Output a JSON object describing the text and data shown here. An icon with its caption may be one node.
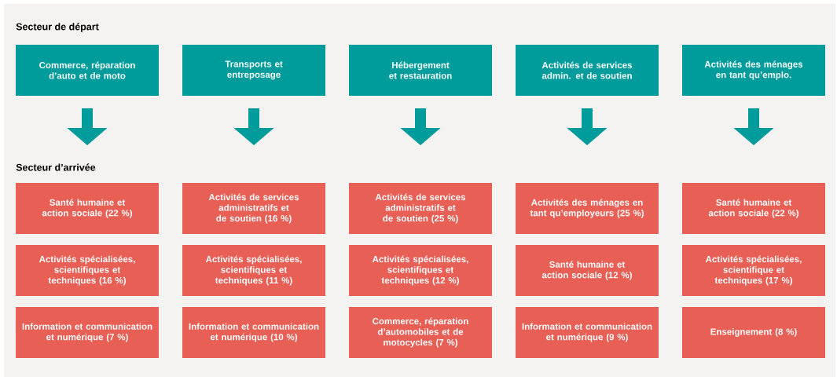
{
  "diagram": {
    "nodes": [
      {
        "text": [
          "Commerce, réparation d’auto et de moto"
        ]
      },
      {
        "text": [
          "Transports et entreposage"
        ]
      },
      {
        "text": [
          "Hébergement et restauration"
        ]
      },
      {
        "text": [
          "Activités de services admin. et de soutien"
        ]
      },
      {
        "text": [
          "Activités des ménages en tant qu’emplo."
        ]
      },
      {
        "text": [
          "Santé humaine et action sociale (22 %)"
        ]
      },
      {
        "text": [
          "Activités de services administratifs et de soutien (16 %)"
        ]
      },
      {
        "text": [
          "Activités de services administratifs et de soutien (25 %)"
        ]
      },
      {
        "text": [
          "Activités des ménages en tant qu’employeurs (25 %)"
        ]
      },
      {
        "text": [
          "Santé humaine et action sociale (22 %)"
        ]
      },
      {
        "text": [
          "Activités spécialisées, scientifiques et techniques (16 %)"
        ]
      },
      {
        "text": [
          "Activités spécialisées, scientifiques et techniques (11 %)"
        ]
      },
      {
        "text": [
          "Activités spécialisées, scientifiques et techniques (12 %)"
        ]
      },
      {
        "text": [
          "Santé humaine et action sociale (12 %)"
        ]
      },
      {
        "text": [
          "Activités spécialisées, scientifique et techniques (17 %)"
        ]
      },
      {
        "text": [
          "Information et communication et numérique (7 %)"
        ]
      },
      {
        "text": [
          "Information et communication et numérique (10 %)"
        ]
      },
      {
        "text": [
          "Commerce, réparation d’automobiles et de motocycles (7 %)"
        ]
      },
      {
        "text": [
          "Information et communication et numérique (9 %)"
        ]
      },
      {
        "text": [
          "Enseignement (8 %)"
        ]
      }
    ],
    "labels": [
      "Secteur de départ",
      "Secteur d’arrivée"
    ]
  }
}
